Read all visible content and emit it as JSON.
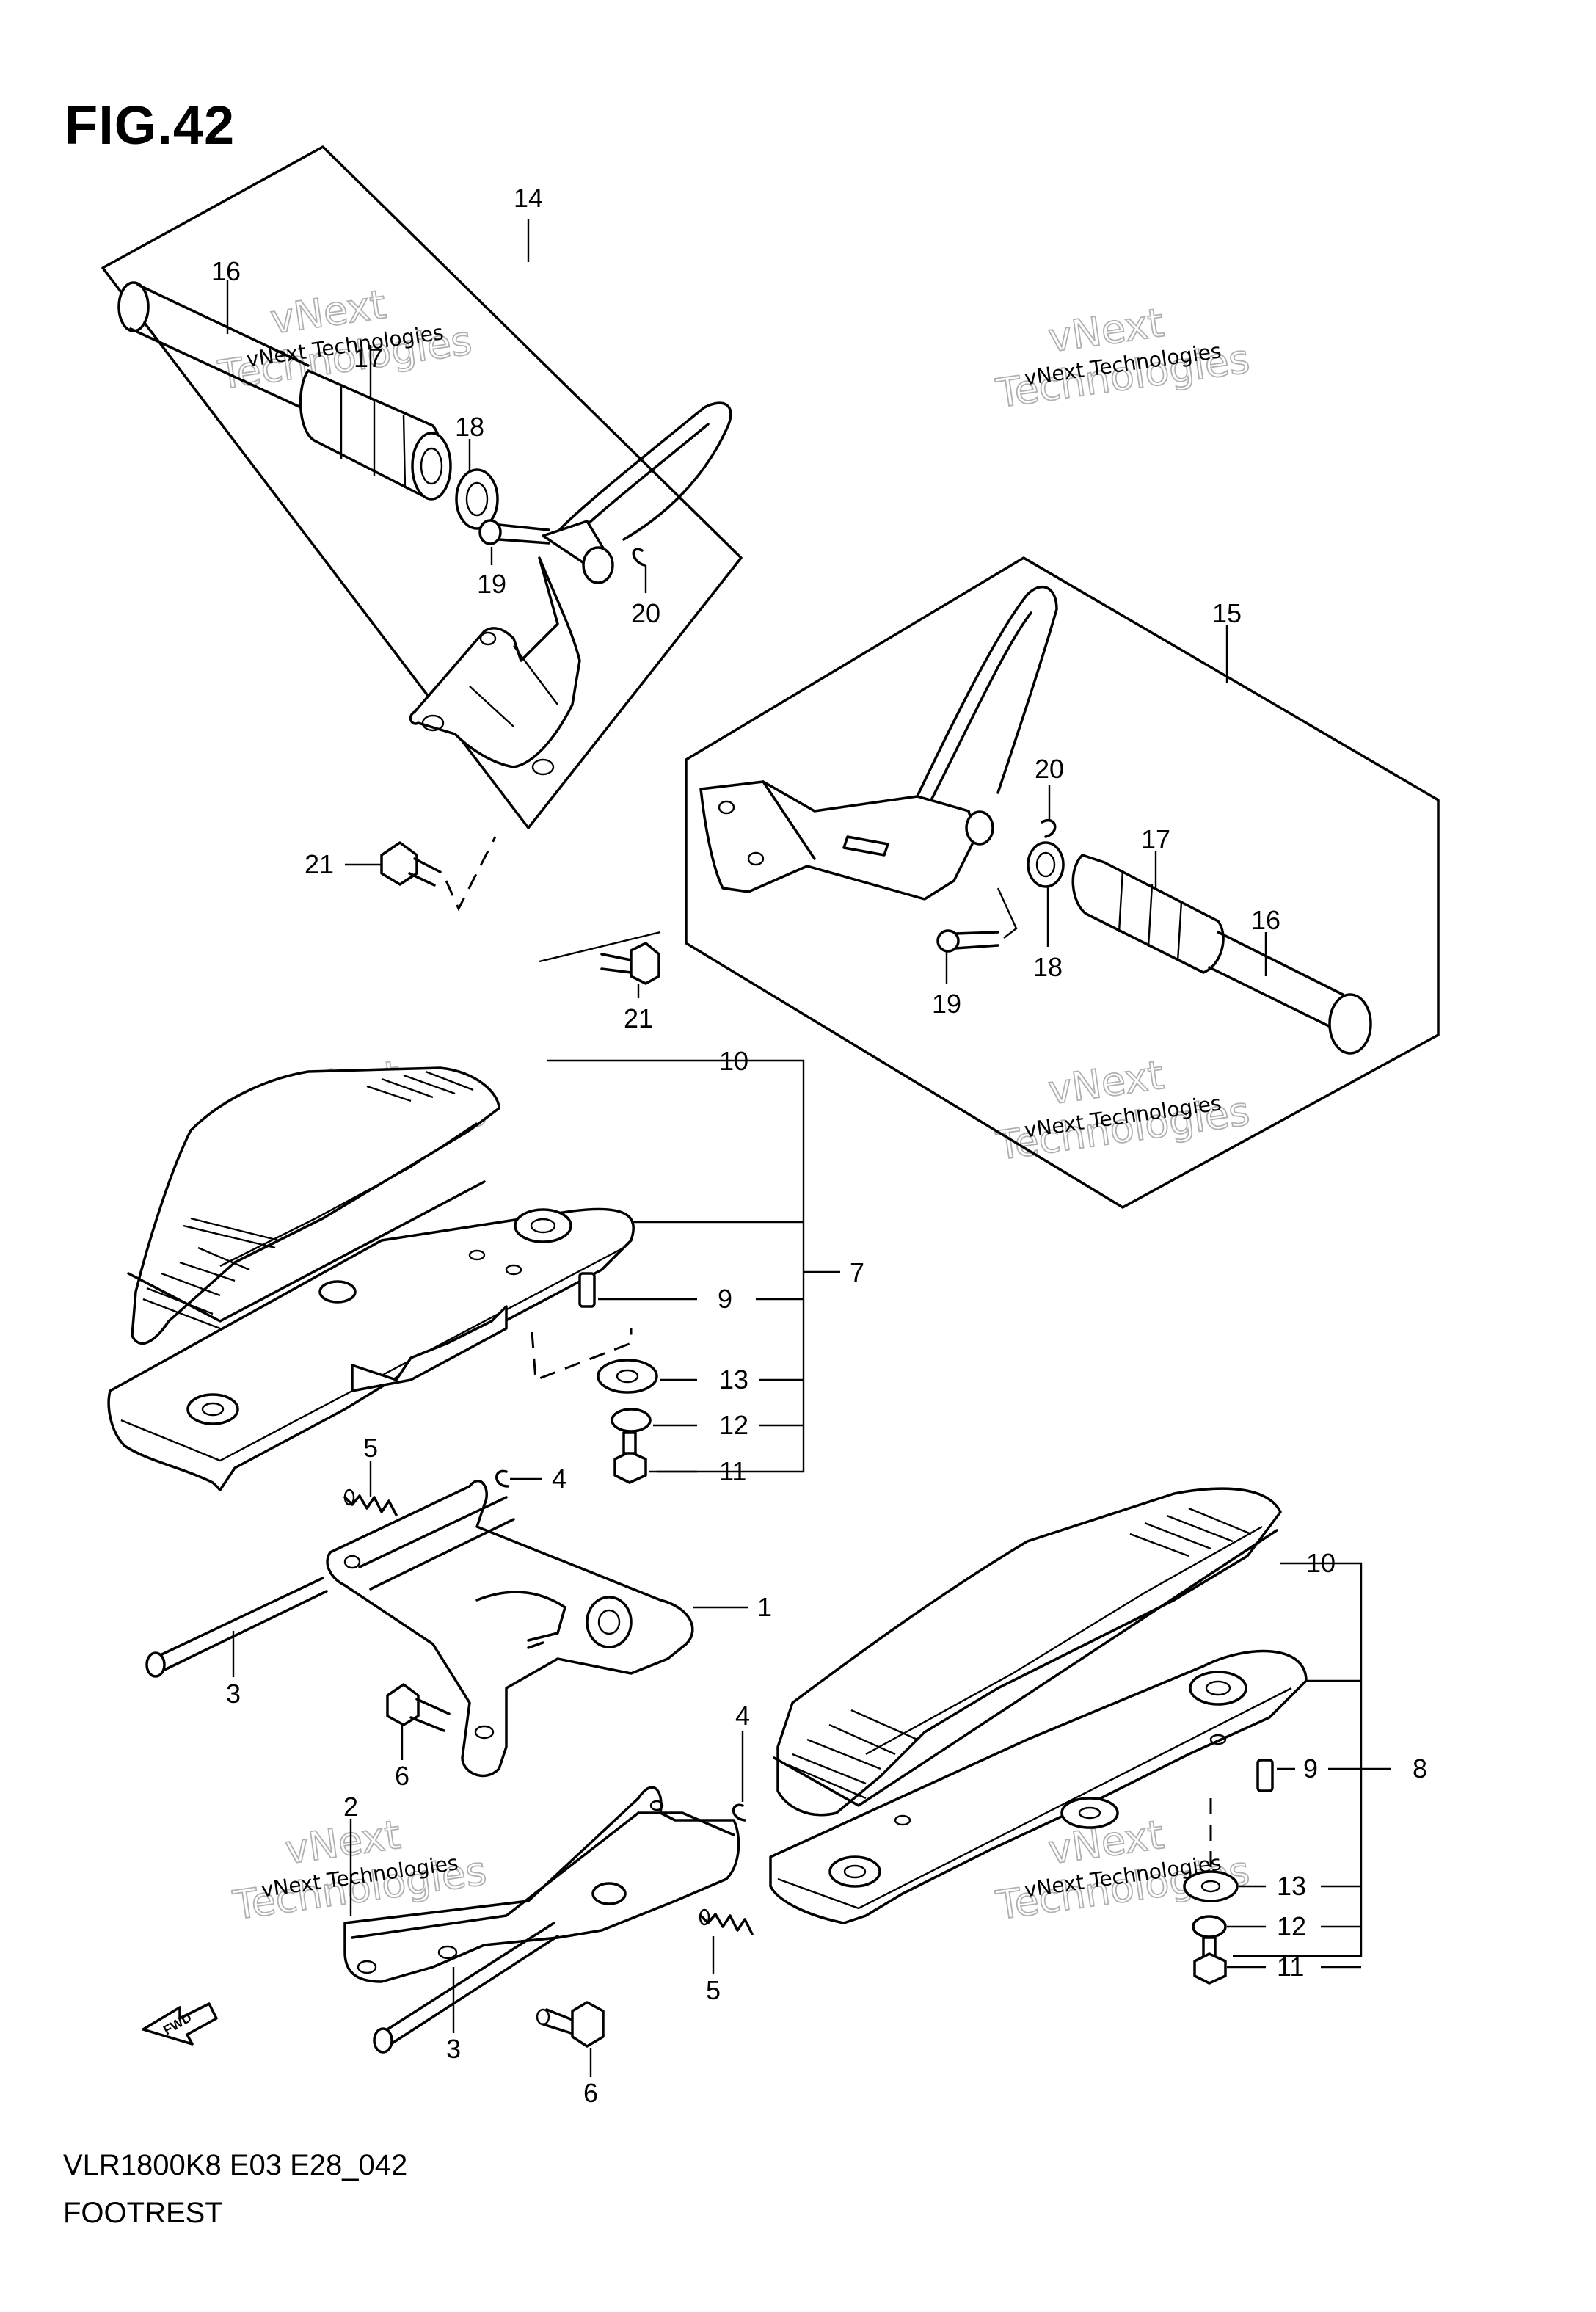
{
  "figure": {
    "title": "FIG.42",
    "model_code": "VLR1800K8 E03 E28_042",
    "section_name": "FOOTREST",
    "fwd_label": "FWD"
  },
  "watermark": {
    "line1": "vNext Technologies",
    "line2a": "vNext",
    "line2b": "Technologies"
  },
  "callouts": [
    {
      "id": "c14",
      "text": "14"
    },
    {
      "id": "c16a",
      "text": "16"
    },
    {
      "id": "c17a",
      "text": "17"
    },
    {
      "id": "c18a",
      "text": "18"
    },
    {
      "id": "c19a",
      "text": "19"
    },
    {
      "id": "c20a",
      "text": "20"
    },
    {
      "id": "c21a",
      "text": "21"
    },
    {
      "id": "c15",
      "text": "15"
    },
    {
      "id": "c20b",
      "text": "20"
    },
    {
      "id": "c17b",
      "text": "17"
    },
    {
      "id": "c16b",
      "text": "16"
    },
    {
      "id": "c18b",
      "text": "18"
    },
    {
      "id": "c19b",
      "text": "19"
    },
    {
      "id": "c21b",
      "text": "21"
    },
    {
      "id": "c10a",
      "text": "10"
    },
    {
      "id": "c7",
      "text": "7"
    },
    {
      "id": "c9a",
      "text": "9"
    },
    {
      "id": "c13a",
      "text": "13"
    },
    {
      "id": "c12a",
      "text": "12"
    },
    {
      "id": "c11a",
      "text": "11"
    },
    {
      "id": "c5a",
      "text": "5"
    },
    {
      "id": "c4a",
      "text": "4"
    },
    {
      "id": "c1",
      "text": "1"
    },
    {
      "id": "c3a",
      "text": "3"
    },
    {
      "id": "c6a",
      "text": "6"
    },
    {
      "id": "c4b",
      "text": "4"
    },
    {
      "id": "c2",
      "text": "2"
    },
    {
      "id": "c5b",
      "text": "5"
    },
    {
      "id": "c3b",
      "text": "3"
    },
    {
      "id": "c6b",
      "text": "6"
    },
    {
      "id": "c10b",
      "text": "10"
    },
    {
      "id": "c9b",
      "text": "9"
    },
    {
      "id": "c8",
      "text": "8"
    },
    {
      "id": "c13b",
      "text": "13"
    },
    {
      "id": "c12b",
      "text": "12"
    },
    {
      "id": "c11b",
      "text": "11"
    }
  ]
}
